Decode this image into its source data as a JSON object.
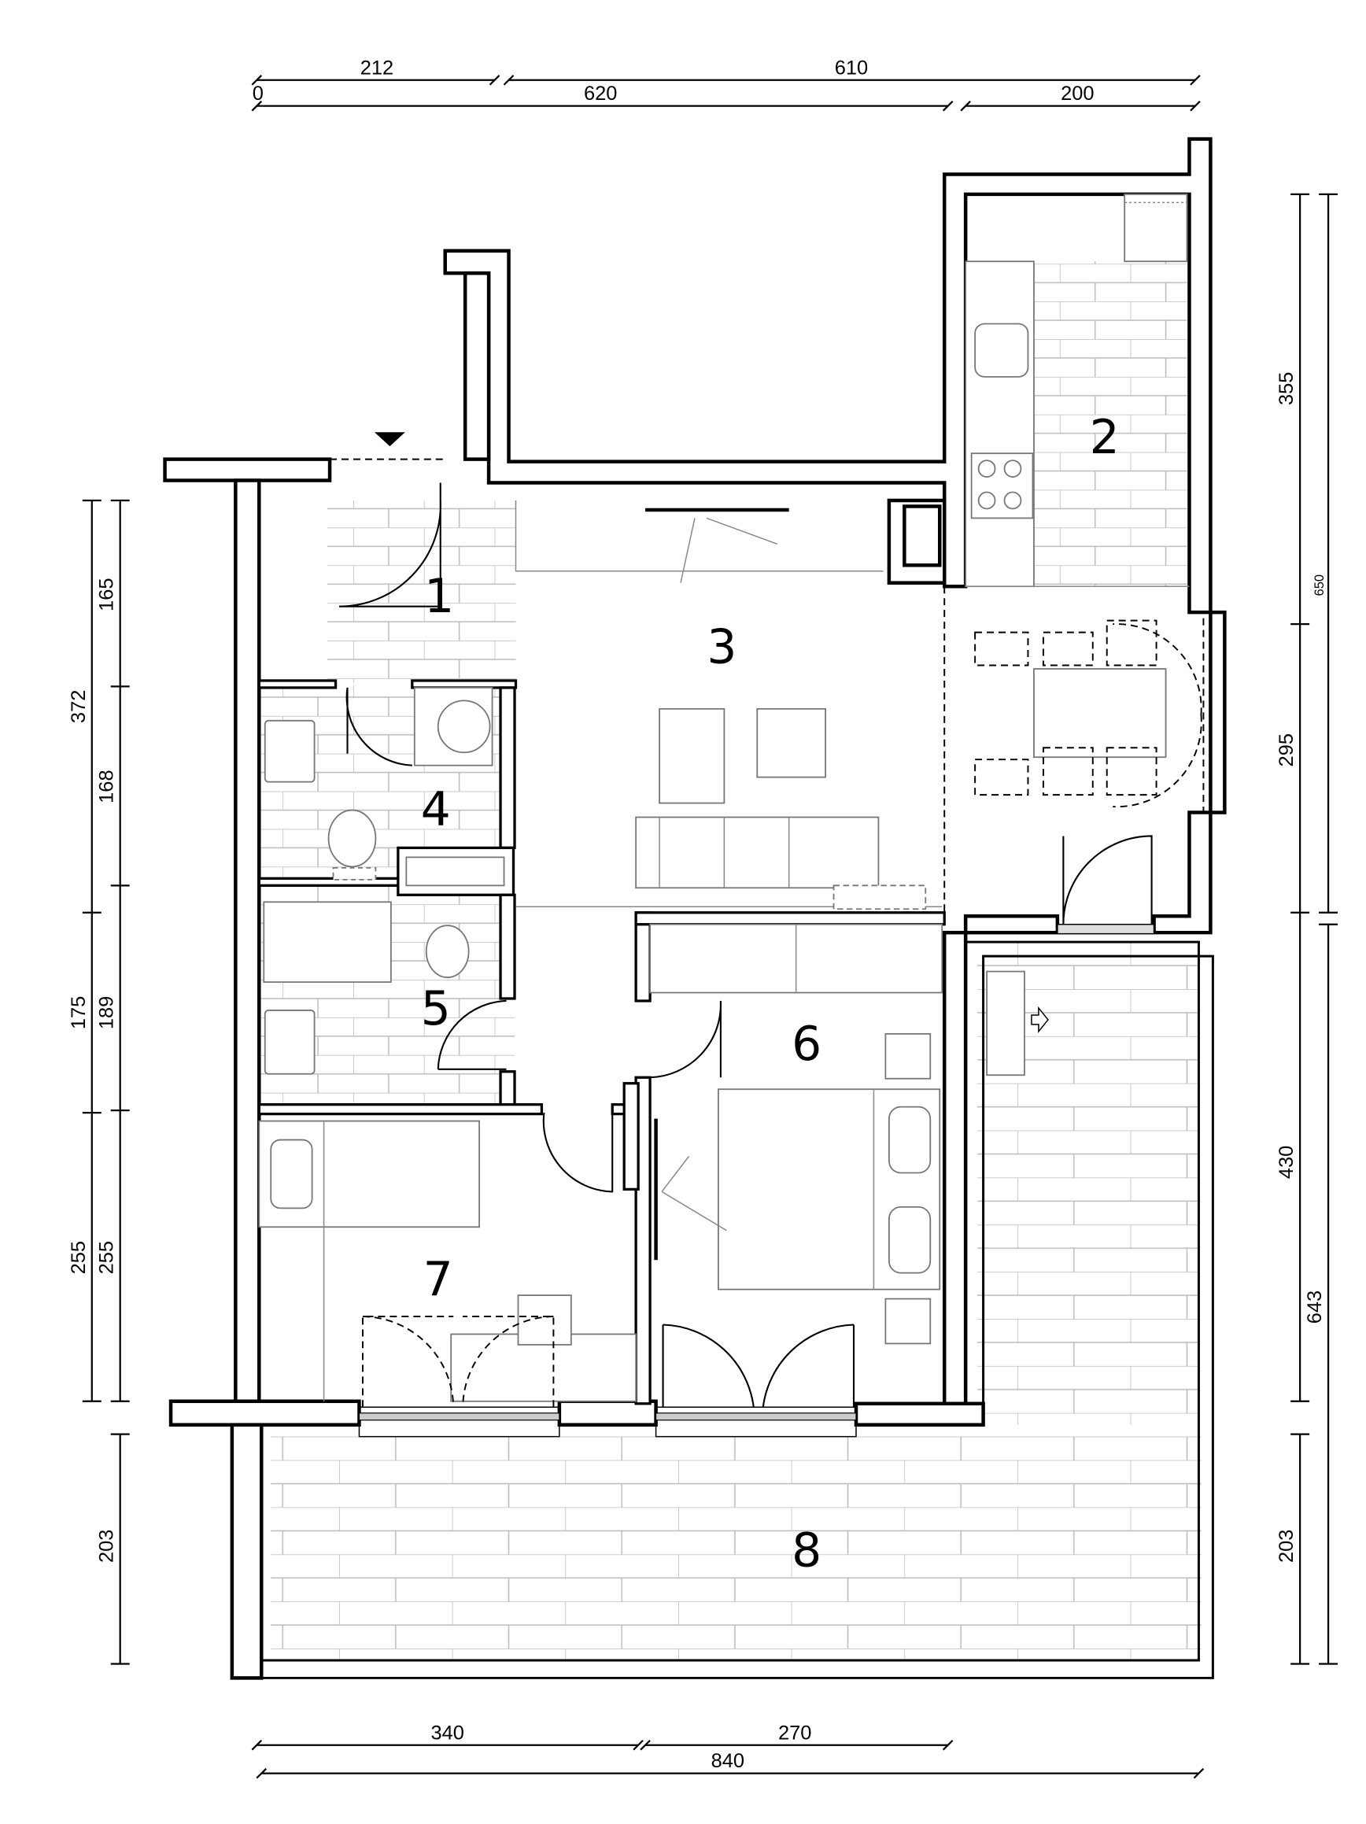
{
  "rooms": {
    "r1": "1",
    "r2": "2",
    "r3": "3",
    "r4": "4",
    "r5": "5",
    "r6": "6",
    "r7": "7",
    "r8": "8"
  },
  "dimensions": {
    "top": {
      "a": "212",
      "b": "610",
      "zero": "0",
      "c": "620",
      "d": "200"
    },
    "bottom": {
      "a": "340",
      "b": "270",
      "total": "840"
    },
    "left_outer": {
      "a": "372",
      "b": "175",
      "c": "255"
    },
    "left_inner": {
      "a": "165",
      "b": "168",
      "c": "189",
      "d": "255",
      "e": "203"
    },
    "right_inner": {
      "a": "355",
      "b": "295",
      "c": "430",
      "d": "203"
    },
    "right_outer": {
      "a": "650",
      "b": "643"
    }
  },
  "colors": {
    "wall": "#000000",
    "fixture": "#777777",
    "tile": "#bbbbbb"
  }
}
